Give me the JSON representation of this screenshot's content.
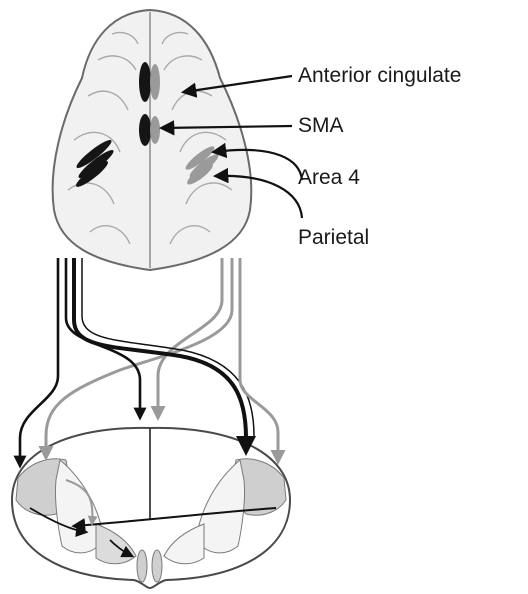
{
  "labels": {
    "anterior_cingulate": "Anterior cingulate",
    "sma": "SMA",
    "area4": "Area 4",
    "parietal": "Parietal"
  },
  "colors": {
    "black_pathway": "#111111",
    "gray_pathway": "#9a9a9a",
    "outline": "#555555",
    "brain_fill": "#f1f1f1",
    "cord_shade": "#cfcfcf"
  }
}
